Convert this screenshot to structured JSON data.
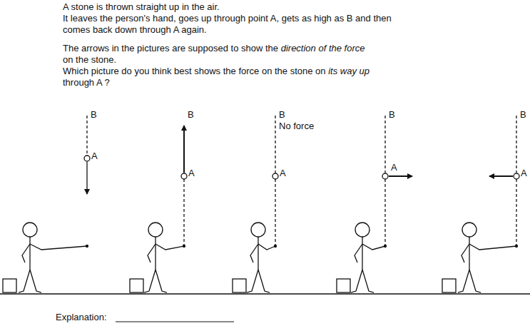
{
  "diagram": {
    "labels": [
      "A stone is thrown straight up in the air.",
      "It leaves the person's hand, goes up through point A, gets as high as B and then comes back down through A again.",
      "The arrows in the pictures are supposed to show the",
      "direction of the force",
      "on the stone.",
      "Which picture do you think best shows the force on the stone on",
      "its way up",
      "through A ?",
      "B",
      "A",
      "B",
      "A",
      "B",
      "No force",
      "A",
      "B",
      "A",
      "B",
      "A",
      "Explanation:"
    ]
  }
}
